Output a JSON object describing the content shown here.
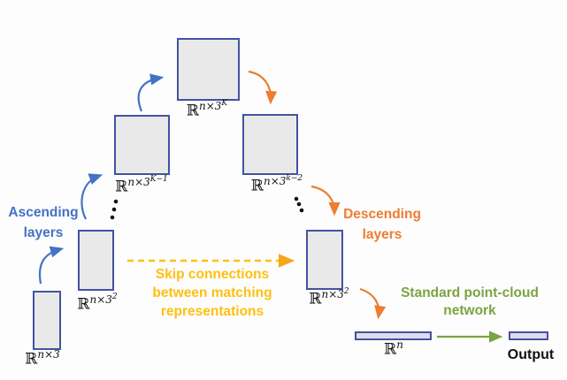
{
  "diagram": {
    "title_context": "Ascending/descending point-cloud network diagram",
    "captions": {
      "ascending": {
        "line1": "Ascending",
        "line2": "layers"
      },
      "descending": {
        "line1": "Descending",
        "line2": "layers"
      },
      "skip": {
        "line1": "Skip connections",
        "line2": "between matching",
        "line3": "representations"
      },
      "standard": {
        "line1": "Standard point-cloud",
        "line2": "network"
      },
      "output": "Output"
    },
    "nodes": [
      {
        "id": "input",
        "base": "ℝ",
        "sup": "n×3",
        "supsup": ""
      },
      {
        "id": "ascend-level-2",
        "base": "ℝ",
        "sup": "n×3",
        "supsup": "2"
      },
      {
        "id": "level-K-minus-1",
        "base": "ℝ",
        "sup": "n×3",
        "supsup": "K−1"
      },
      {
        "id": "level-K",
        "base": "ℝ",
        "sup": "n×3",
        "supsup": "K"
      },
      {
        "id": "level-k-minus-2",
        "base": "ℝ",
        "sup": "n×3",
        "supsup": "k−2"
      },
      {
        "id": "descend-level-2",
        "base": "ℝ",
        "sup": "n×3",
        "supsup": "2"
      },
      {
        "id": "pooled",
        "base": "ℝ",
        "sup": "n",
        "supsup": ""
      }
    ],
    "colors": {
      "ascending_blue": "#4472c4",
      "descending_orange": "#ed7d31",
      "skip_yellow": "#fdc010",
      "network_green": "#7ca342",
      "box_border": "#4253a0",
      "box_fill": "#e9e9ea",
      "bar_fill": "#dcdee9"
    }
  }
}
